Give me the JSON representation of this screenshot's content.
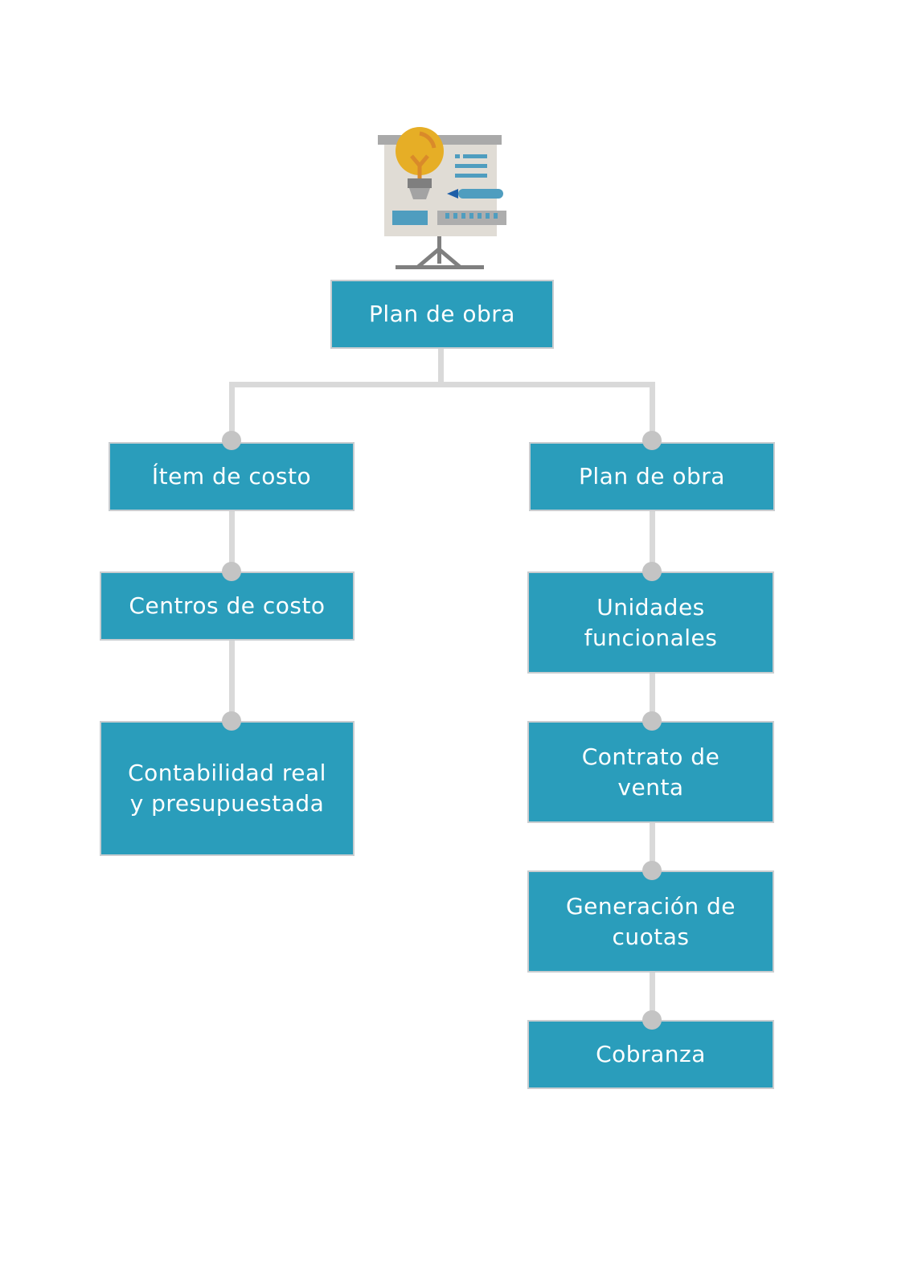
{
  "root": {
    "label": "Plan de obra"
  },
  "left_branch": [
    {
      "label": "Ítem de costo"
    },
    {
      "label": "Centros de costo"
    },
    {
      "label": "Contabilidad real y presupuestada"
    }
  ],
  "right_branch": [
    {
      "label": "Plan de obra"
    },
    {
      "label": "Unidades funcionales"
    },
    {
      "label": "Contrato de venta"
    },
    {
      "label": "Generación de cuotas"
    },
    {
      "label": "Cobranza"
    }
  ],
  "icon": "presentation-board-lightbulb-icon",
  "colors": {
    "box": "#2A9DBB",
    "connector": "#D9D9D9",
    "dot": "#C4C4C4",
    "bulb": "#E6AE26"
  }
}
